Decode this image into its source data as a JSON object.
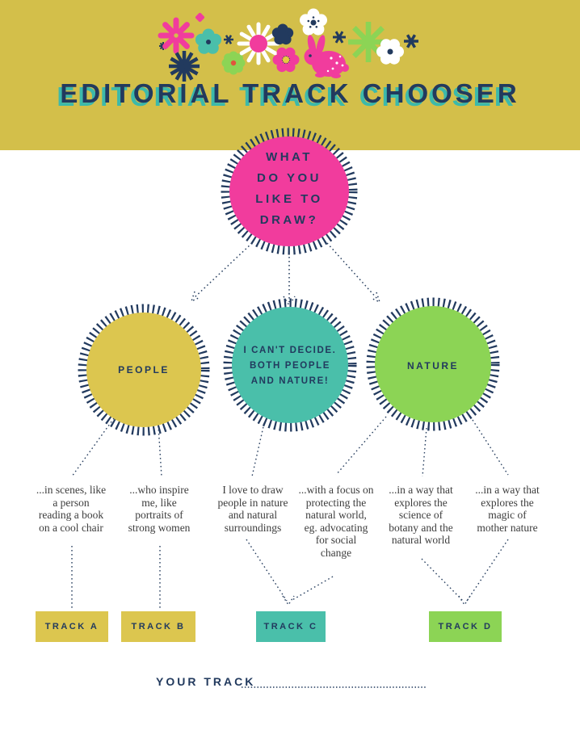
{
  "title": "EDITORIAL TRACK CHOOSER",
  "banner": {
    "decorations": [
      "navy-mini-star-icon",
      "pink-daisy-icon",
      "navy-starburst-icon",
      "teal-flower-icon",
      "pink-bud-icon",
      "navy-tiny-star-icon",
      "green-flower-icon",
      "white-daisy-icon",
      "navy-flower-icon",
      "white-flower-icon",
      "pink-flower-icon",
      "navy-star-icon",
      "bunny-icon",
      "green-starburst-icon",
      "white-flower-2-icon",
      "navy-asterisk-icon"
    ]
  },
  "question": {
    "lines": [
      "WHAT",
      "DO YOU",
      "LIKE TO",
      "DRAW?"
    ]
  },
  "options": [
    {
      "id": "people",
      "lines": [
        "PEOPLE"
      ],
      "color": "#dcc64f"
    },
    {
      "id": "both",
      "lines": [
        "I CAN'T DECIDE.",
        "BOTH PEOPLE",
        "AND NATURE!"
      ],
      "color": "#4abfaa"
    },
    {
      "id": "nature",
      "lines": [
        "NATURE"
      ],
      "color": "#8cd455"
    }
  ],
  "descriptions": [
    {
      "lines": [
        "...in scenes, like",
        "a person",
        "reading a book",
        "on a cool chair"
      ]
    },
    {
      "lines": [
        "...who inspire",
        "me, like",
        "portraits of",
        "strong women"
      ]
    },
    {
      "lines": [
        "I love to draw",
        "people in nature",
        "and natural",
        "surroundings"
      ]
    },
    {
      "lines": [
        "...with a focus on",
        "protecting the",
        "natural world,",
        "eg. advocating",
        "for social",
        "change"
      ]
    },
    {
      "lines": [
        "...in a way that",
        "explores the",
        "science of",
        "botany and the",
        "natural world"
      ]
    },
    {
      "lines": [
        "...in a way that",
        "explores the",
        "magic of",
        "mother nature"
      ]
    }
  ],
  "tracks": [
    {
      "label": "TRACK A",
      "color": "#dcc64f"
    },
    {
      "label": "TRACK B",
      "color": "#dcc64f"
    },
    {
      "label": "TRACK C",
      "color": "#4abfaa"
    },
    {
      "label": "TRACK D",
      "color": "#8cd455"
    }
  ],
  "footer": {
    "your_track_label": "YOUR TRACK"
  },
  "colors": {
    "banner": "#d3bf4a",
    "navy": "#223a5e",
    "pink": "#f13c9d",
    "teal": "#4abfaa",
    "green": "#8cd455",
    "yellow": "#dcc64f",
    "title_shadow": "#3cb9ab",
    "body_text": "#3d3d3d"
  }
}
